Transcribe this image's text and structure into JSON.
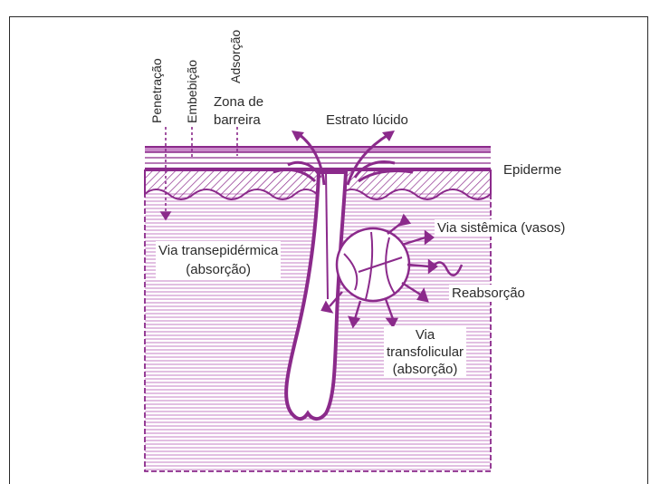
{
  "labels": {
    "penetracao": "Penetração",
    "embebicao": "Embebição",
    "adsorcao": "Adsorção",
    "zona_de_barreira": [
      "Zona de",
      "barreira"
    ],
    "estrato_lucido": "Estrato lúcido",
    "epiderme": "Epiderme",
    "via_sistemica": "Via sistêmica (vasos)",
    "via_transepidermica": [
      "Via transepidérmica",
      "(absorção)"
    ],
    "reabsorcao": "Reabsorção",
    "via_transfolicular": [
      "Via",
      "transfolicular",
      "(absorção)"
    ]
  },
  "colors": {
    "tissue": "#8b2a8b",
    "tissue_light": "#c98ac9",
    "text": "#2b2b2b",
    "frame": "#2a2a2a"
  }
}
